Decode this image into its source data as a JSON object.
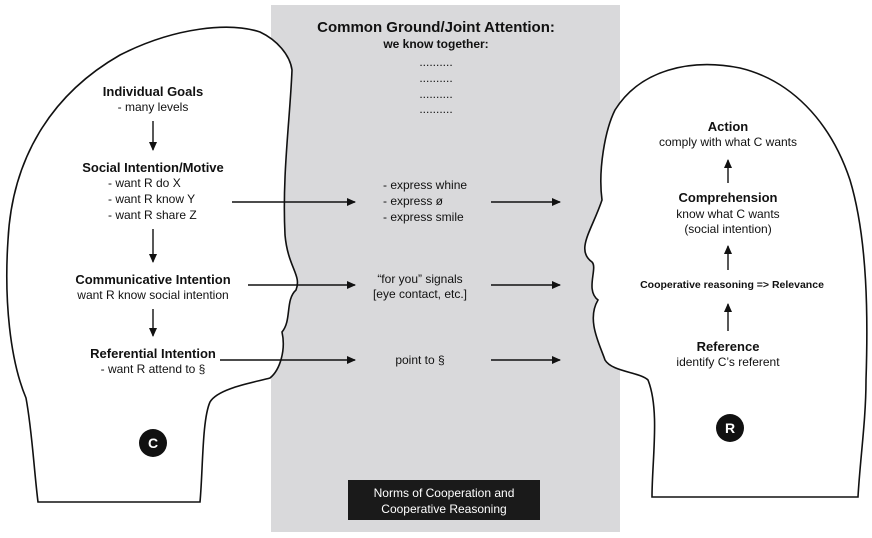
{
  "common_ground": {
    "title": "Common Ground/Joint Attention:",
    "subtitle": "we know together:",
    "dots": [
      "..........",
      "..........",
      "..........",
      ".........."
    ]
  },
  "left_head": {
    "badge": "C",
    "individual_goals": {
      "title": "Individual Goals",
      "lines": [
        "- many levels"
      ]
    },
    "social_intention": {
      "title": "Social Intention/Motive",
      "lines": [
        "- want R do X",
        "- want R know Y",
        "- want R share Z"
      ]
    },
    "communicative_intention": {
      "title": "Communicative Intention",
      "lines": [
        "want R know social intention"
      ]
    },
    "referential_intention": {
      "title": "Referential Intention",
      "lines": [
        "- want R attend to §"
      ]
    }
  },
  "middle": {
    "expressions": [
      "- express whine",
      "- express ø",
      "- express smile"
    ],
    "signals": [
      "“for you” signals",
      "[eye contact, etc.]"
    ],
    "point": "point to §"
  },
  "right_head": {
    "badge": "R",
    "action": {
      "title": "Action",
      "lines": [
        "comply with what C wants"
      ]
    },
    "comprehension": {
      "title": "Comprehension",
      "lines": [
        "know what C wants",
        "(social intention)"
      ]
    },
    "reasoning": "Cooperative reasoning => Relevance",
    "reference": {
      "title": "Reference",
      "lines": [
        "identify C’s referent"
      ]
    }
  },
  "norms": {
    "lines": [
      "Norms of Cooperation and",
      "Cooperative Reasoning"
    ]
  },
  "colors": {
    "common_ground_fill": "#d9d9db",
    "norms_fill": "#1a1a1a",
    "ink": "#111111"
  }
}
